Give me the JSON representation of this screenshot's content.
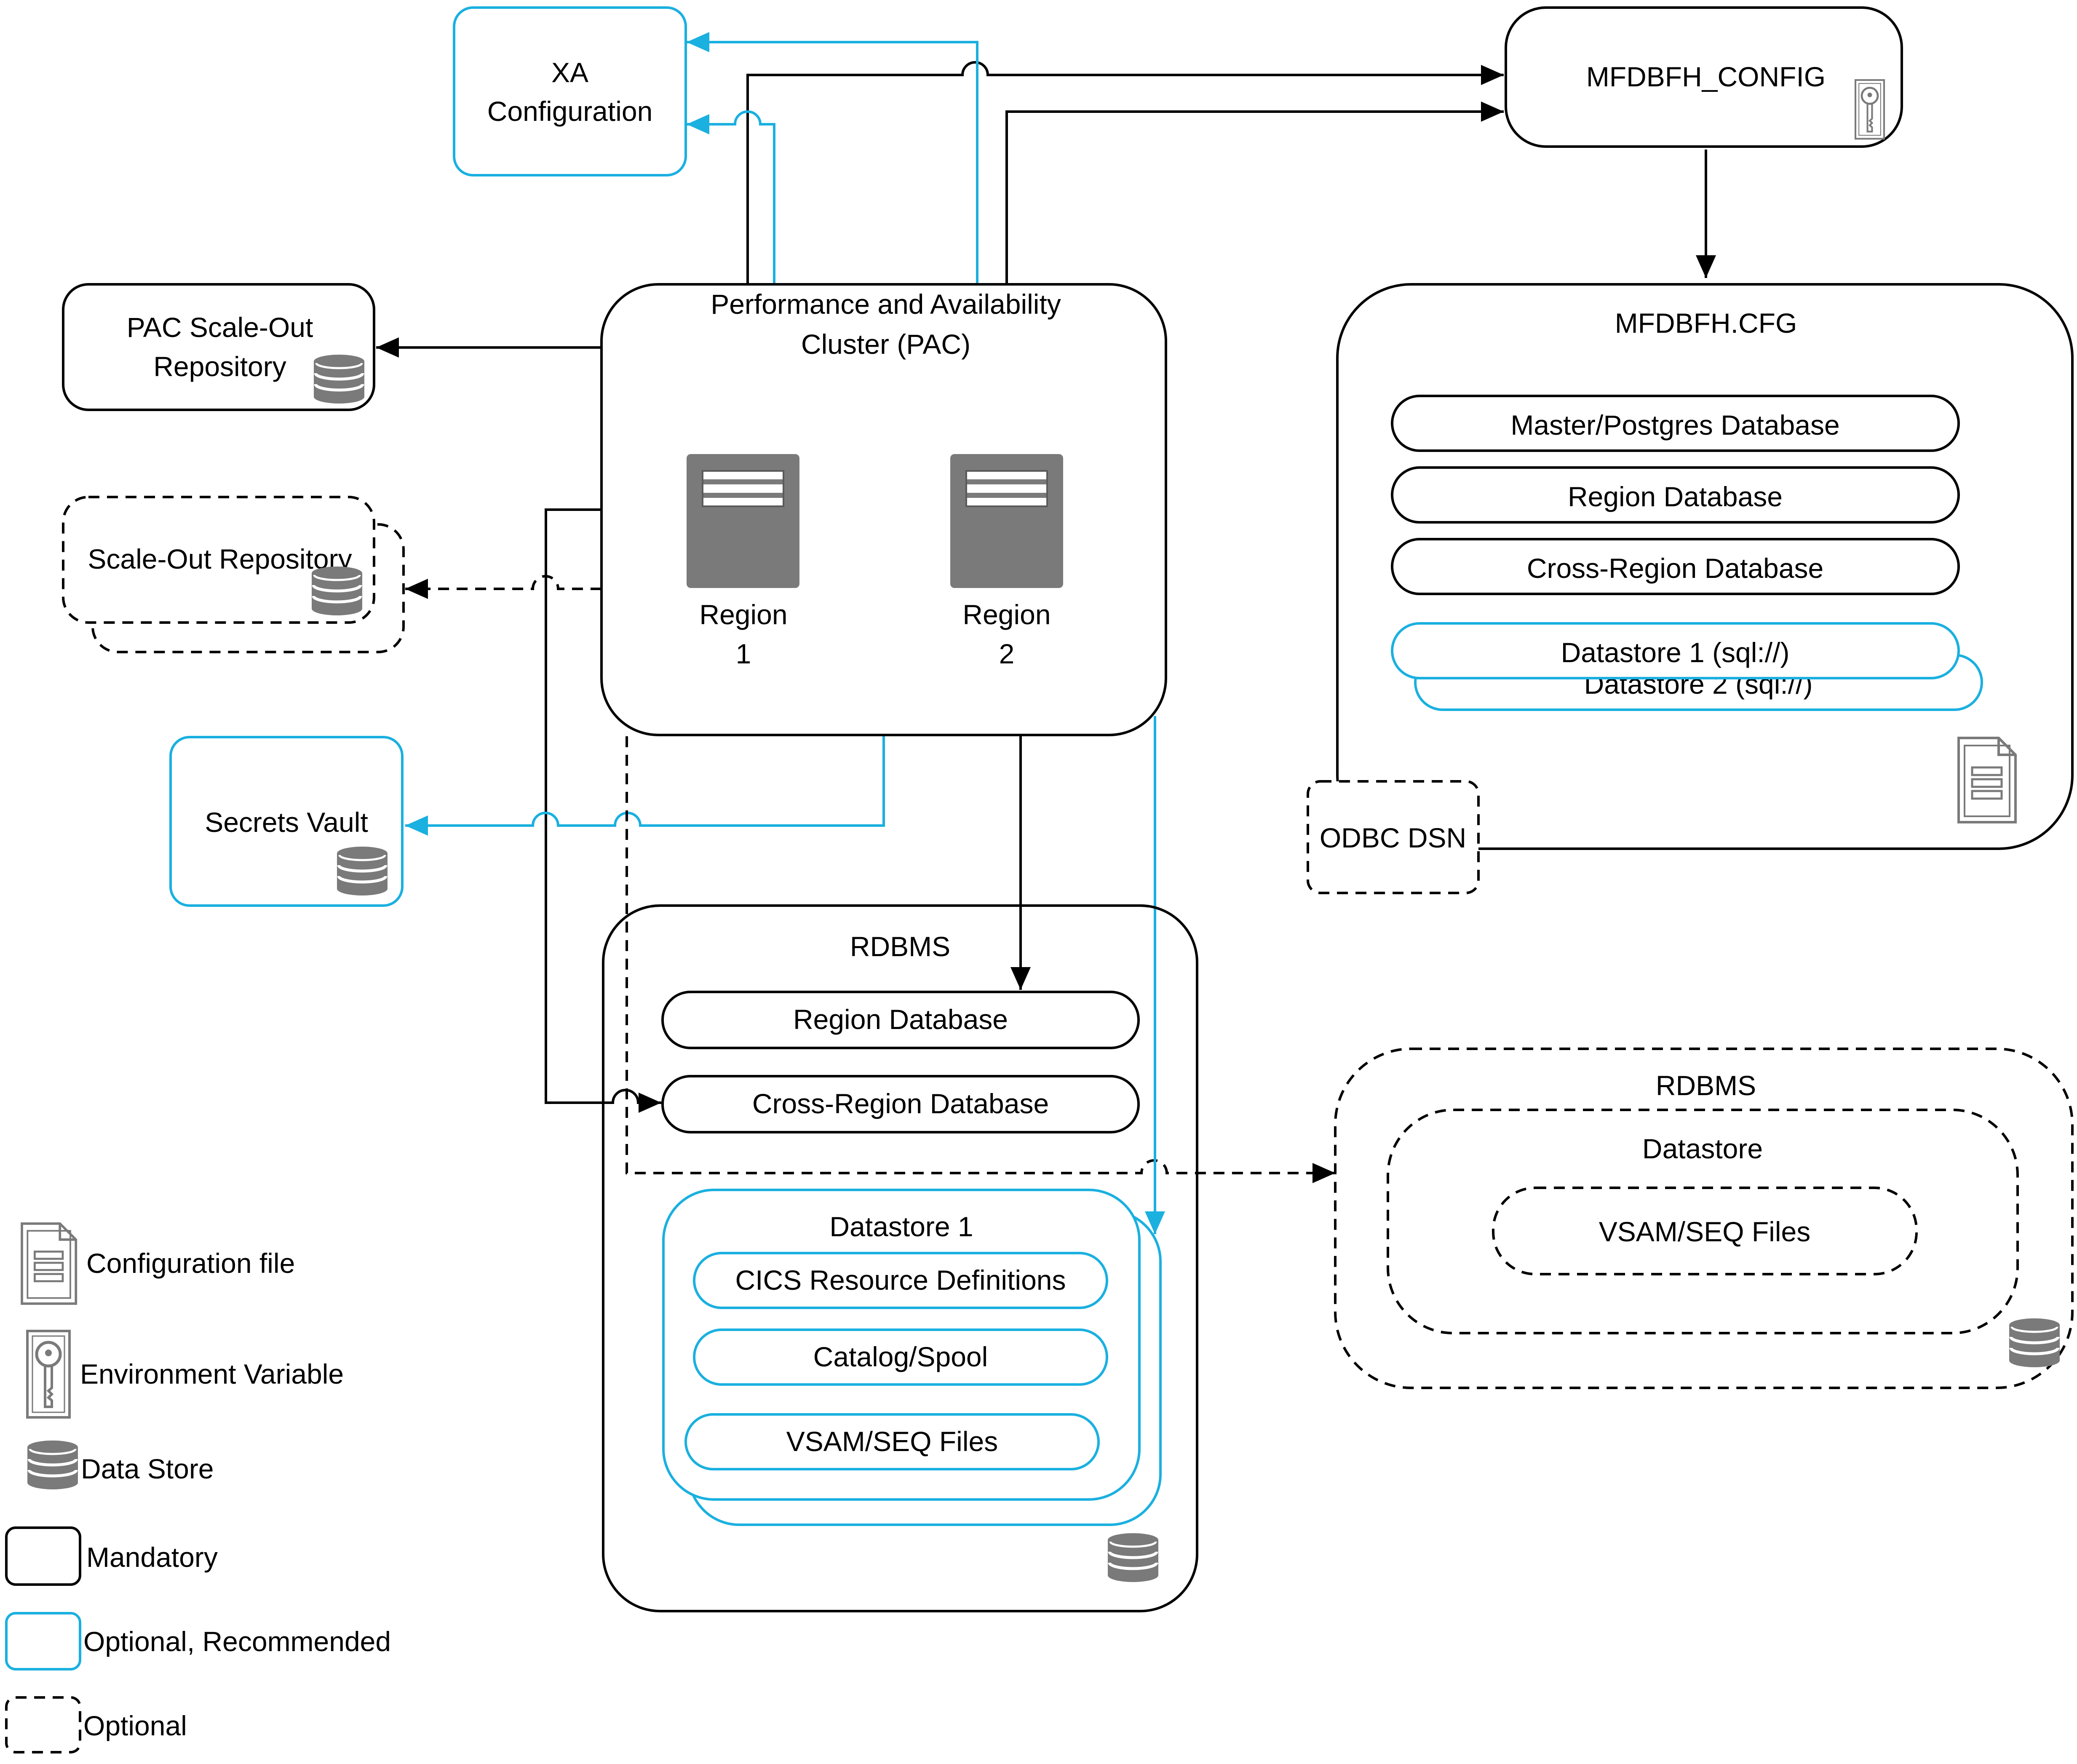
{
  "colors": {
    "mandatory": "#000000",
    "recommended": "#1ab0e0",
    "icon": "#7a7a7a"
  },
  "xa": {
    "line1": "XA",
    "line2": "Configuration"
  },
  "mfdbfh_config": {
    "label": "MFDBFH_CONFIG",
    "icon": "environment-variable-icon"
  },
  "pac": {
    "title_line1": "Performance and Availability",
    "title_line2": "Cluster (PAC)",
    "region1": {
      "line1": "Region",
      "line2": "1"
    },
    "region2": {
      "line1": "Region",
      "line2": "2"
    }
  },
  "pac_repo": {
    "line1": "PAC Scale-Out",
    "line2": "Repository"
  },
  "scaleout_repo": {
    "label": "Scale-Out Repository"
  },
  "secrets_vault": {
    "label": "Secrets Vault"
  },
  "cfg": {
    "title": "MFDBFH.CFG",
    "items": [
      "Master/Postgres Database",
      "Region Database",
      "Cross-Region Database"
    ],
    "datastore1": "Datastore 1 (sql://)",
    "datastore2": "Datastore 2 (sql://)",
    "odbc": "ODBC DSN"
  },
  "rdbms_main": {
    "title": "RDBMS",
    "region_db": "Region Database",
    "cross_region_db": "Cross-Region Database",
    "datastore": {
      "title": "Datastore 1",
      "items": [
        "CICS Resource Definitions",
        "Catalog/Spool",
        "VSAM/SEQ Files"
      ]
    }
  },
  "rdbms_opt": {
    "title": "RDBMS",
    "datastore": "Datastore",
    "files": "VSAM/SEQ Files"
  },
  "legend": {
    "config_file": "Configuration file",
    "env_var": "Environment Variable",
    "data_store": "Data Store",
    "mandatory": "Mandatory",
    "recommended": "Optional, Recommended",
    "optional": "Optional"
  }
}
